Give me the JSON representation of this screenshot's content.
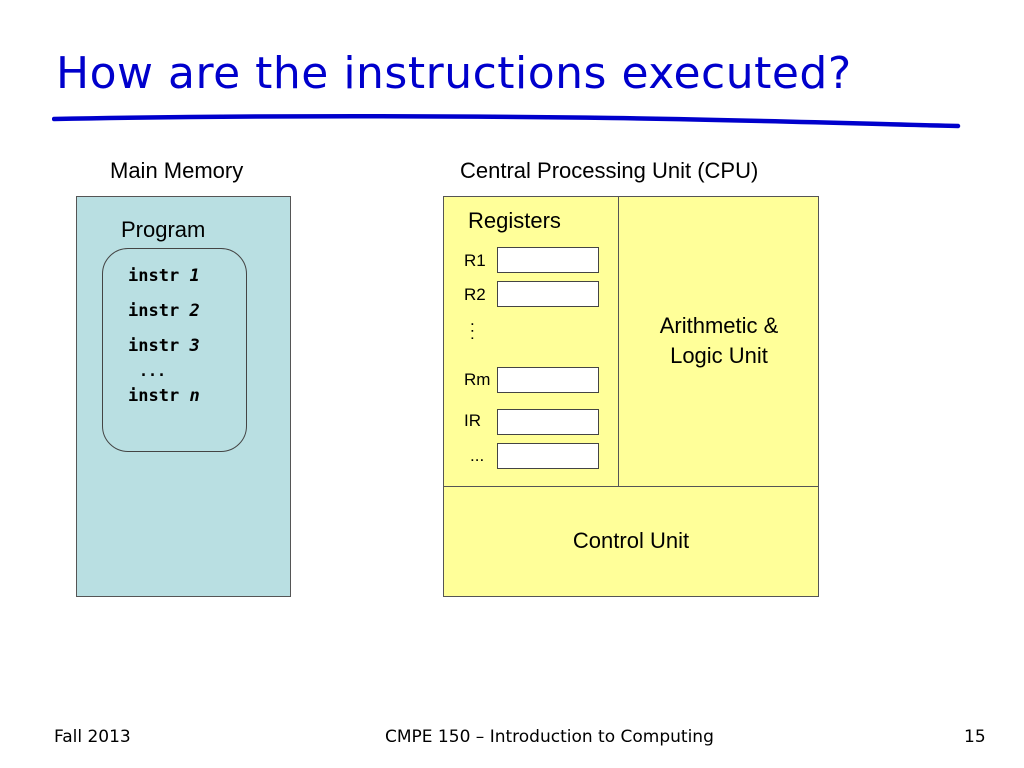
{
  "slide": {
    "title": "How are the instructions executed?",
    "accent_color": "#0000cc"
  },
  "memory": {
    "heading": "Main Memory",
    "program_label": "Program",
    "instructions": [
      {
        "op": "instr",
        "arg": "1"
      },
      {
        "op": "instr",
        "arg": "2"
      },
      {
        "op": "instr",
        "arg": "3"
      },
      {
        "op": "instr",
        "arg": "n"
      }
    ],
    "ellipsis": "...",
    "fill_color": "#b9dfe2"
  },
  "cpu": {
    "heading": "Central Processing Unit (CPU)",
    "registers_label": "Registers",
    "registers": [
      "R1",
      "R2",
      "Rm",
      "IR",
      "..."
    ],
    "vertical_dots": ".\n:",
    "alu_label_line1": "Arithmetic &",
    "alu_label_line2": "Logic Unit",
    "control_unit_label": "Control Unit",
    "fill_color": "#ffff99"
  },
  "footer": {
    "left": "Fall 2013",
    "center": "CMPE 150 – Introduction to Computing",
    "page_number": "15"
  }
}
